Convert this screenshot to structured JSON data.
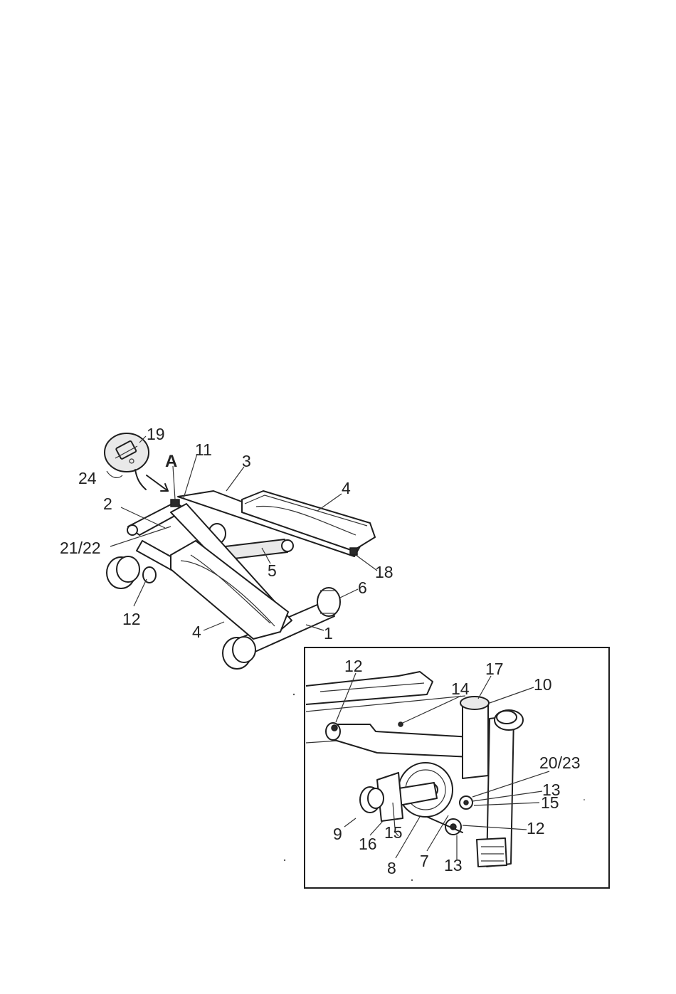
{
  "main_diagram": {
    "labels": {
      "p19": "19",
      "p11": "11",
      "pA": "A",
      "p3": "3",
      "p24": "24",
      "p4a": "4",
      "p2": "2",
      "p21_22": "21/22",
      "p5": "5",
      "p18": "18",
      "p6": "6",
      "p12": "12",
      "p4b": "4",
      "p1": "1"
    }
  },
  "detail_view": {
    "labels": {
      "p12a": "12",
      "p14": "14",
      "p17": "17",
      "p10": "10",
      "p20_23": "20/23",
      "p13a": "13",
      "p15a": "15",
      "p12b": "12",
      "p9": "9",
      "p16": "16",
      "p15b": "15",
      "p8": "8",
      "p7": "7",
      "p13b": "13"
    }
  }
}
